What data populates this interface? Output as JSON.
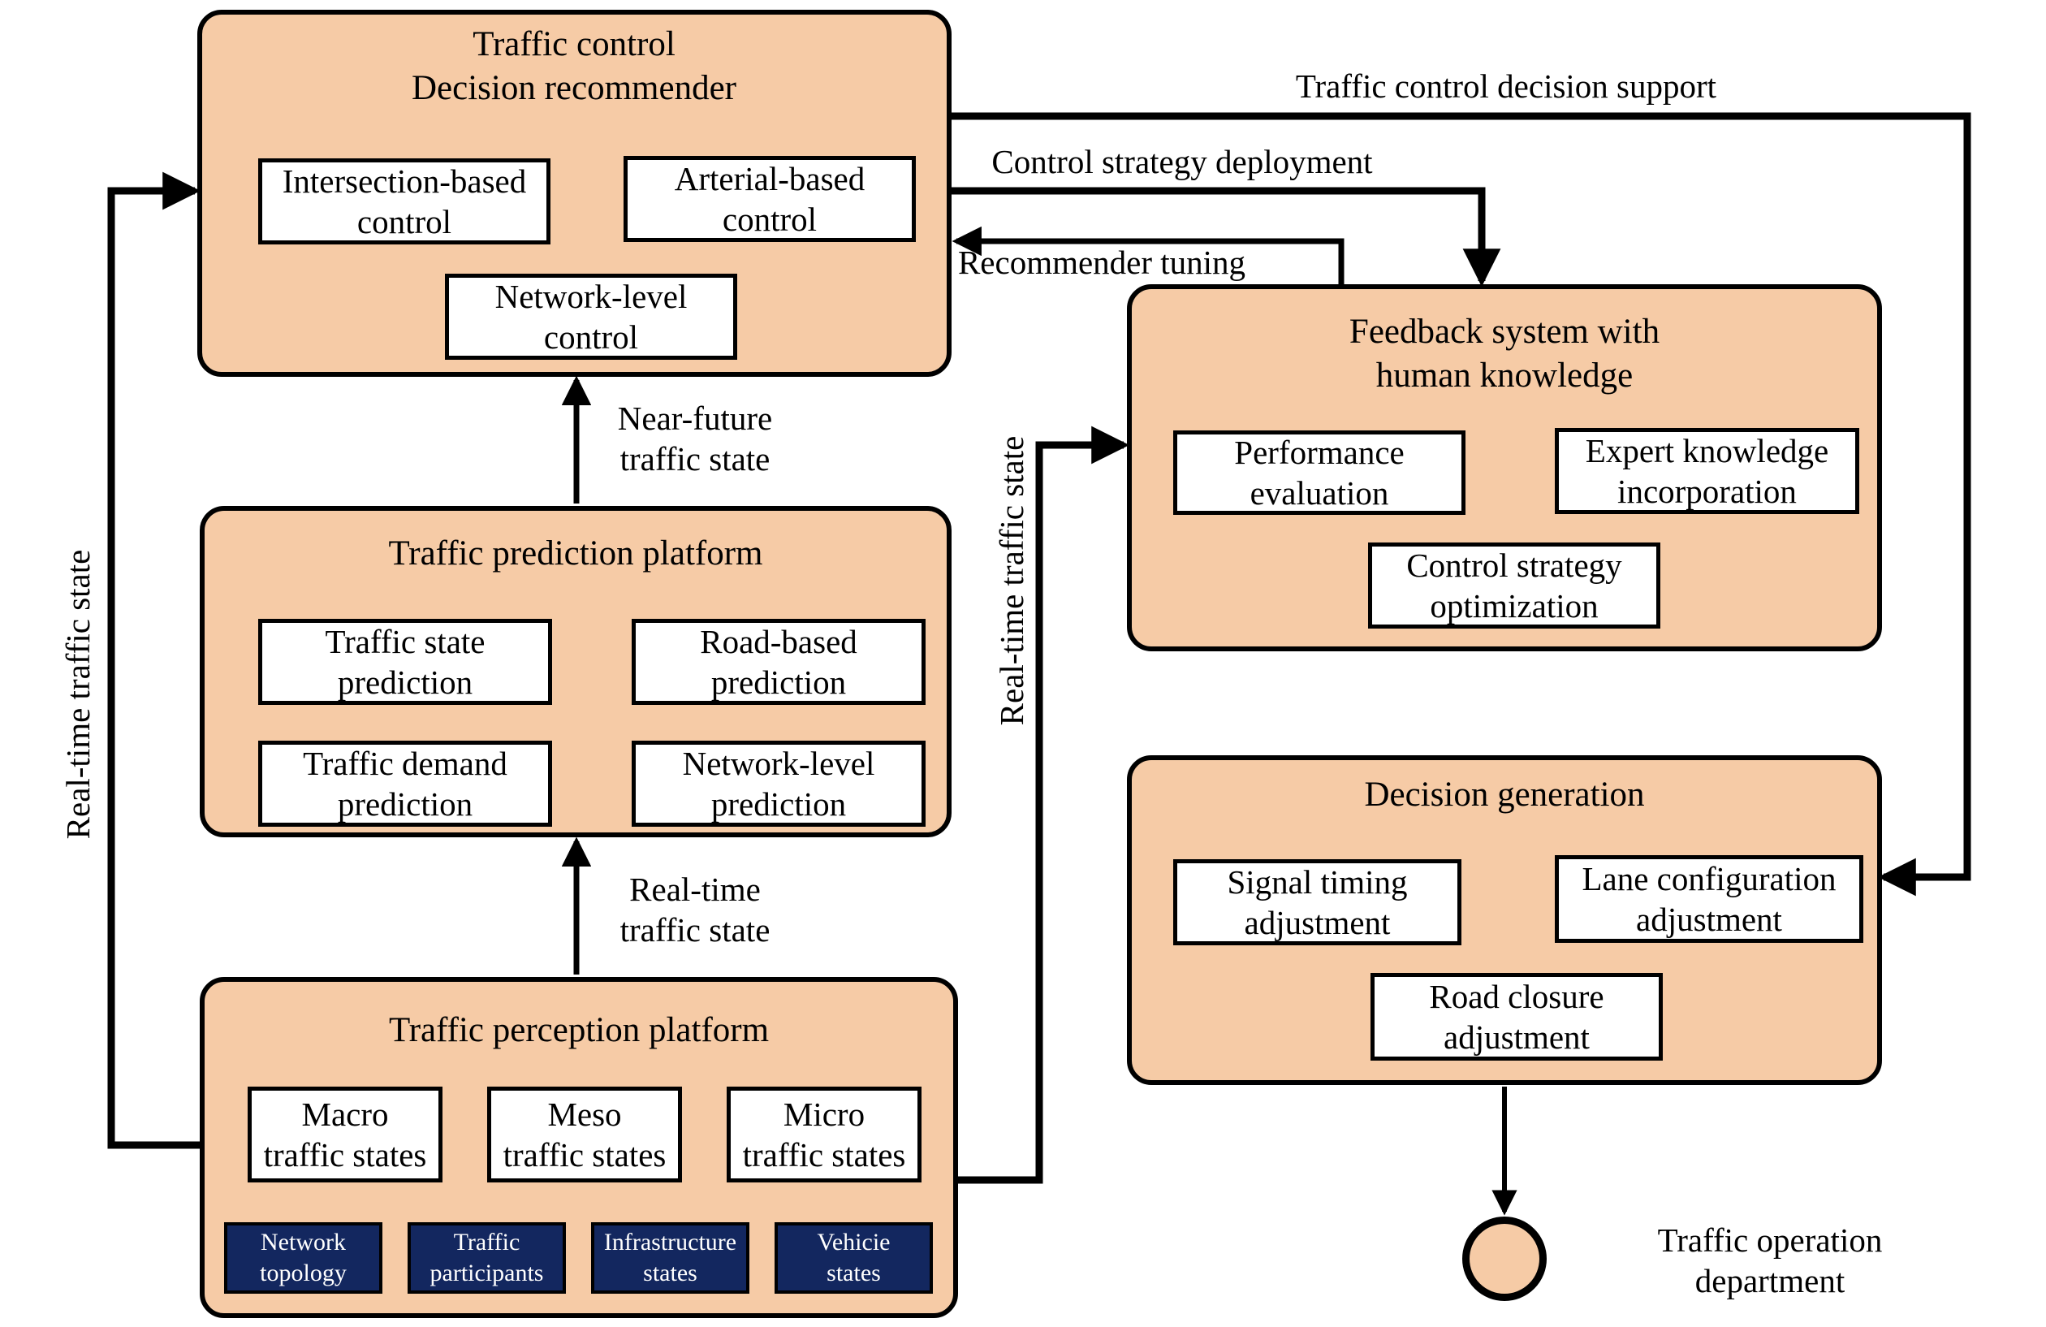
{
  "colors": {
    "peach": "#f6cba6",
    "navy": "#13275f",
    "line": "#000000",
    "box_border": "#000000",
    "inner_bg": "#ffffff",
    "text": "#000000",
    "inner_text_light": "#ffffff"
  },
  "nodes": {
    "traffic_control": {
      "lines": [
        "Traffic control",
        "Decision recommender"
      ]
    },
    "intersection_control": {
      "lines": [
        "Intersection-based",
        "control"
      ]
    },
    "arterial_control": {
      "lines": [
        "Arterial-based",
        "control"
      ]
    },
    "network_control": {
      "lines": [
        "Network-level",
        "control"
      ]
    },
    "prediction_platform": {
      "lines": [
        "Traffic prediction platform"
      ]
    },
    "traffic_state_prediction": {
      "lines": [
        "Traffic state",
        "prediction"
      ]
    },
    "road_based_prediction": {
      "lines": [
        "Road-based",
        "prediction"
      ]
    },
    "traffic_demand_prediction": {
      "lines": [
        "Traffic demand",
        "prediction"
      ]
    },
    "network_level_prediction": {
      "lines": [
        "Network-level",
        "prediction"
      ]
    },
    "perception_platform": {
      "lines": [
        "Traffic perception platform"
      ]
    },
    "macro_states": {
      "lines": [
        "Macro",
        "traffic states"
      ]
    },
    "meso_states": {
      "lines": [
        "Meso",
        "traffic states"
      ]
    },
    "micro_states": {
      "lines": [
        "Micro",
        "traffic states"
      ]
    },
    "network_topology": {
      "lines": [
        "Network",
        "topology"
      ]
    },
    "traffic_participants": {
      "lines": [
        "Traffic",
        "participants"
      ]
    },
    "infrastructure_states": {
      "lines": [
        "Infrastructure",
        "states"
      ]
    },
    "vehicle_states": {
      "lines": [
        "Vehicie",
        "states"
      ]
    },
    "feedback_system": {
      "lines": [
        "Feedback system with",
        "human knowledge"
      ]
    },
    "performance_evaluation": {
      "lines": [
        "Performance",
        "evaluation"
      ]
    },
    "expert_knowledge": {
      "lines": [
        "Expert knowledge",
        "incorporation"
      ]
    },
    "control_strategy_optimization": {
      "lines": [
        "Control strategy",
        "optimization"
      ]
    },
    "decision_generation": {
      "lines": [
        "Decision generation"
      ]
    },
    "signal_timing": {
      "lines": [
        "Signal timing",
        "adjustment"
      ]
    },
    "lane_configuration": {
      "lines": [
        "Lane configuration",
        "adjustment"
      ]
    },
    "road_closure": {
      "lines": [
        "Road closure",
        "adjustment"
      ]
    },
    "traffic_operation_department": {
      "lines": [
        "Traffic operation",
        "department"
      ]
    }
  },
  "edges": {
    "decision_support": {
      "label": "Traffic control decision support"
    },
    "strategy_deployment": {
      "label": "Control strategy deployment"
    },
    "recommender_tuning": {
      "label": "Recommender tuning"
    },
    "near_future": {
      "lines": [
        "Near-future",
        "traffic state"
      ]
    },
    "real_time_mid": {
      "lines": [
        "Real-time",
        "traffic state"
      ]
    },
    "real_time_left_loop": {
      "label": "Real-time traffic state"
    },
    "real_time_riser": {
      "label": "Real-time traffic state"
    }
  }
}
